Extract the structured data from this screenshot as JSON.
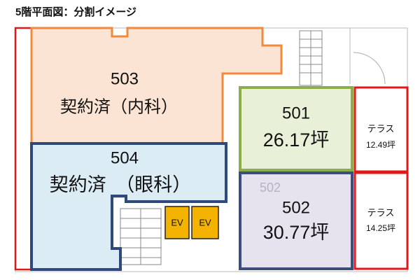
{
  "caption": "5階平面図：分割イメージ",
  "colors": {
    "unit_503": "#f28a3e",
    "unit_504": "#2e4a7a",
    "unit_501": "#8cae4a",
    "unit_502": "#3c4e7e",
    "terrace": "#e01818",
    "elevator": "#f3b300"
  },
  "units": {
    "u503": {
      "number": "503",
      "status": "契約済（内科）"
    },
    "u504": {
      "number": "504",
      "status": "契約済　（眼科）"
    },
    "u501": {
      "number": "501",
      "area": "26.17坪"
    },
    "u502": {
      "number": "502",
      "area": "30.77坪"
    }
  },
  "terraces": [
    {
      "label": "テラス",
      "area": "12.49坪"
    },
    {
      "label": "テラス",
      "area": "14.25坪"
    }
  ],
  "elevators": [
    "EV",
    "EV"
  ]
}
